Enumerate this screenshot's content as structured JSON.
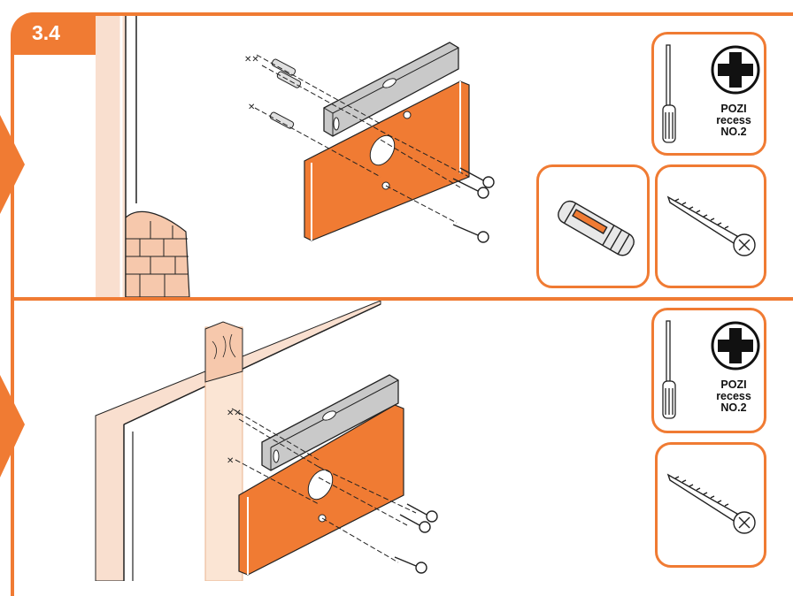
{
  "step": {
    "number": "3.4"
  },
  "tool_boxes": [
    {
      "line1": "POZI",
      "line2": "recess",
      "line3": "NO.2"
    },
    {
      "line1": "POZI",
      "line2": "recess",
      "line3": "NO.2"
    }
  ],
  "colors": {
    "accent": "#f07b33",
    "level": "#c9c9c9",
    "wall": "#f9dfcf",
    "brick": "#f6c8ac"
  },
  "icons": [
    "screwdriver-icon",
    "pozi-cross-icon",
    "wall-plug-icon",
    "screw-icon",
    "spirit-level-icon",
    "mounting-bracket-icon",
    "brick-wall-icon",
    "wooden-stud-icon"
  ]
}
